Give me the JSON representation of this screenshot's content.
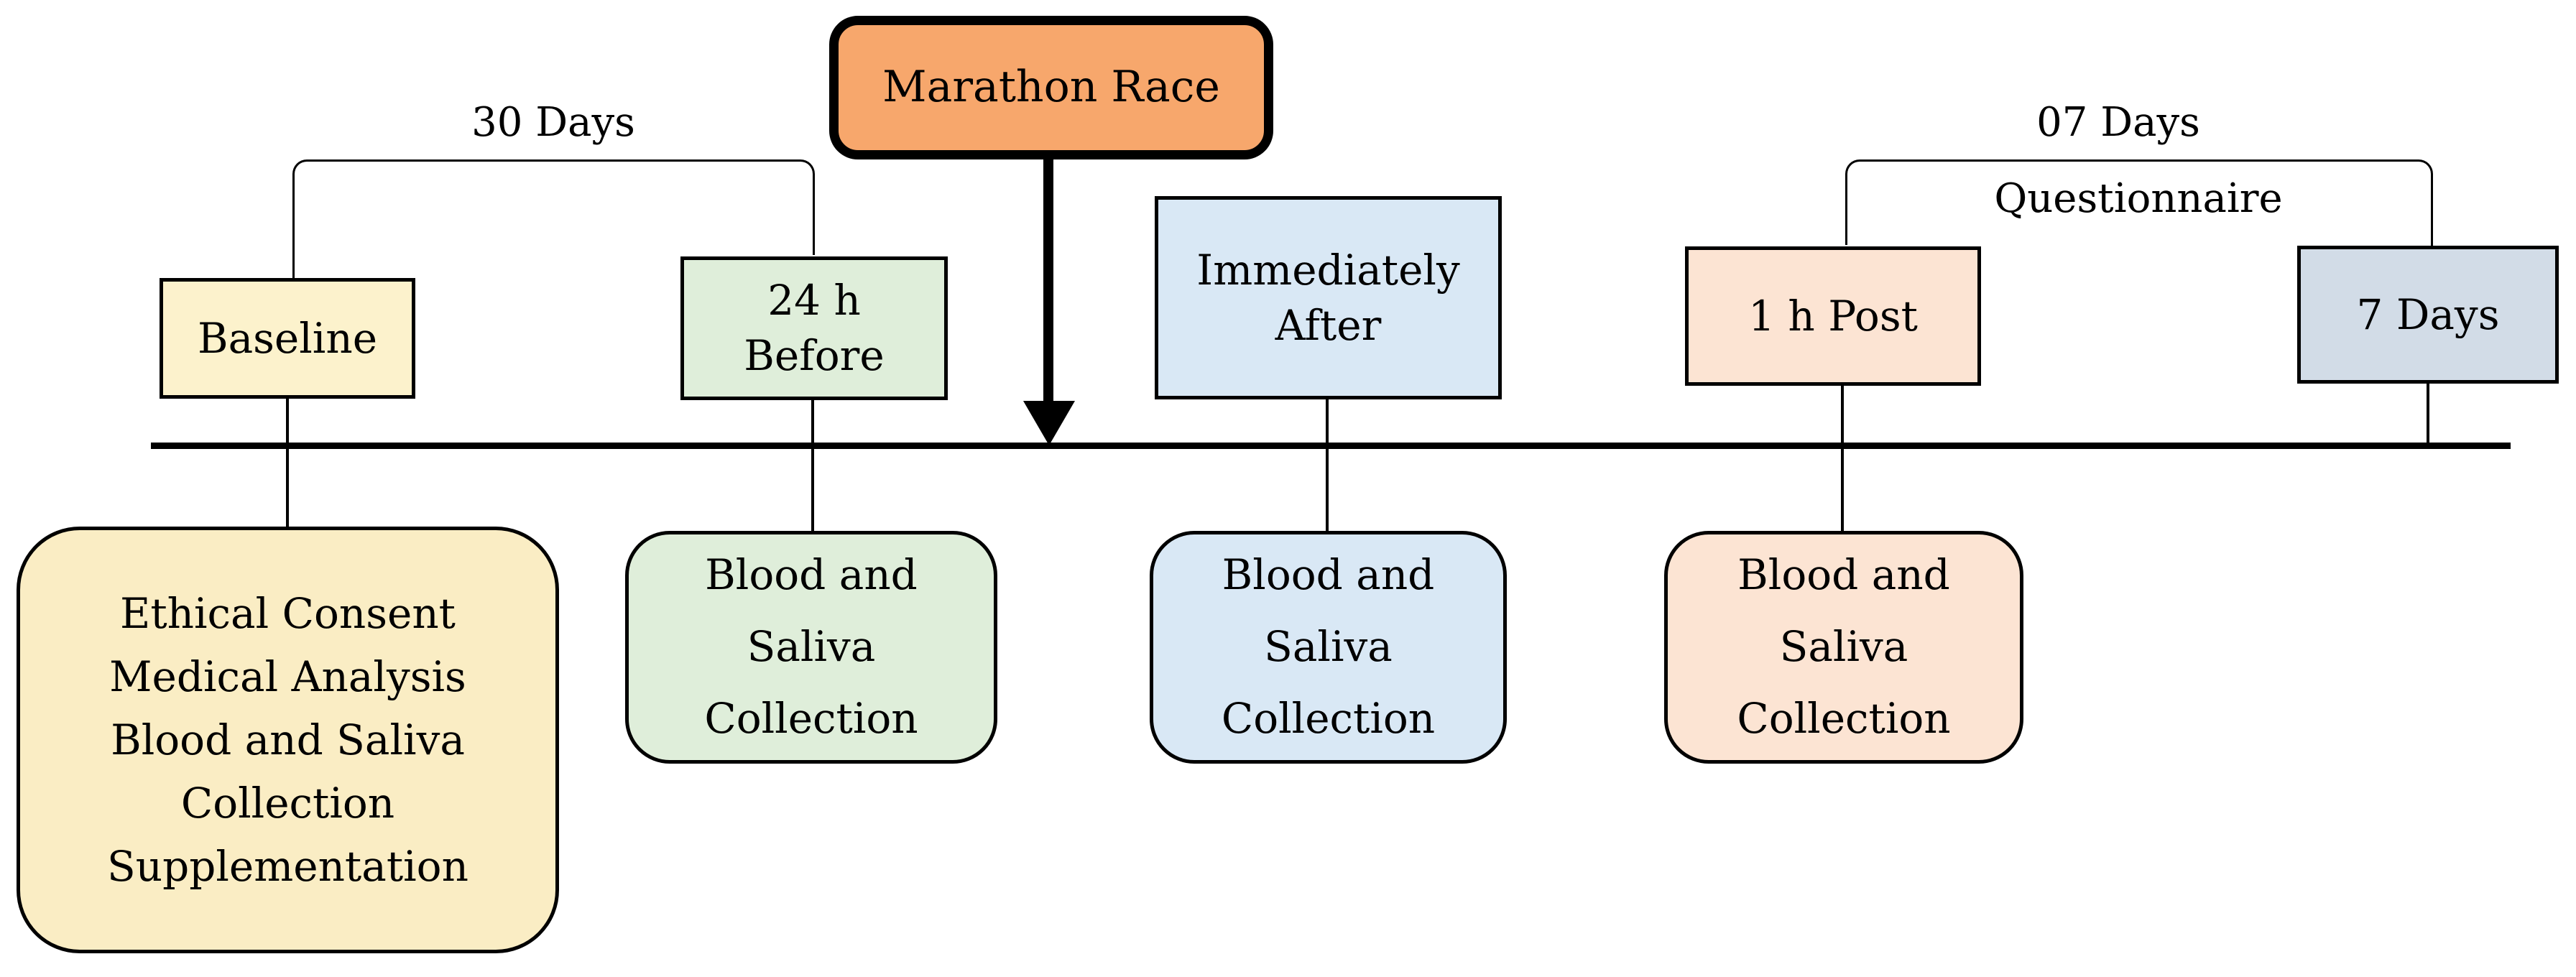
{
  "figure": {
    "race_box": {
      "label": "Marathon Race",
      "fill": "#F7A76C"
    },
    "intervals": [
      {
        "id": "30-days",
        "label": "30 Days"
      },
      {
        "id": "07-days",
        "label": "07 Days",
        "sublabel": "Questionnaire"
      }
    ],
    "events": [
      {
        "id": "baseline",
        "lines": [
          "Baseline"
        ],
        "fill": "#FCF2CC"
      },
      {
        "id": "24h-before",
        "lines": [
          "24 h",
          "Before"
        ],
        "fill": "#DFEEDA"
      },
      {
        "id": "immediately-after",
        "lines": [
          "Immediately",
          "After"
        ],
        "fill": "#D9E8F5"
      },
      {
        "id": "1h-post",
        "lines": [
          "1 h Post"
        ],
        "fill": "#FCE4D3"
      },
      {
        "id": "7-days",
        "lines": [
          "7 Days"
        ],
        "fill": "#D2DCE7"
      }
    ],
    "outcomes": [
      {
        "id": "baseline-activities",
        "lines": [
          "Ethical Consent",
          "Medical Analysis",
          "Blood and Saliva",
          "Collection",
          "Supplementation"
        ],
        "fill": "#FAEDC4"
      },
      {
        "id": "24h-collection",
        "lines": [
          "Blood and",
          "Saliva",
          "Collection"
        ],
        "fill": "#DFEEDA"
      },
      {
        "id": "immediately-collection",
        "lines": [
          "Blood and",
          "Saliva",
          "Collection"
        ],
        "fill": "#D9E8F5"
      },
      {
        "id": "1h-collection",
        "lines": [
          "Blood and",
          "Saliva",
          "Collection"
        ],
        "fill": "#FCE4D3"
      }
    ],
    "line_color": "#000000"
  }
}
